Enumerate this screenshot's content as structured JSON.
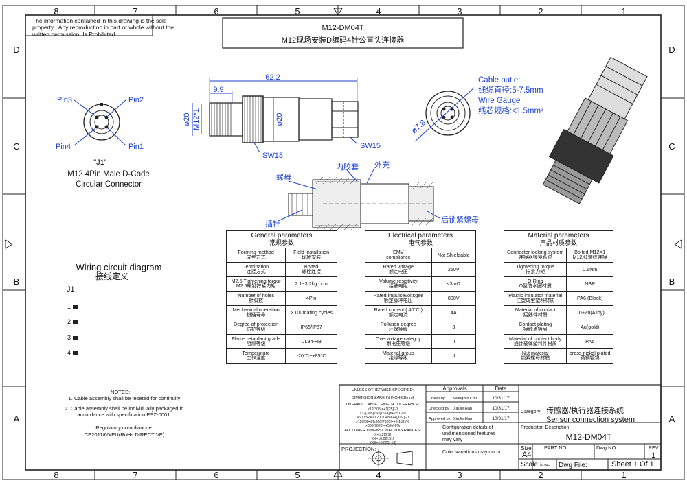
{
  "border": {
    "columns": [
      "8",
      "7",
      "6",
      "5",
      "4",
      "3",
      "2",
      "1"
    ],
    "rows": [
      "D",
      "C",
      "B",
      "A"
    ]
  },
  "notice": "The information contained in this drawing is the sole property . Any reproduction in part or whole without the written permission. Is Prohibited",
  "title_box": {
    "line1": "M12-DM04T",
    "line2": "M12现场安装D编码4针公直头连接器"
  },
  "front_view": {
    "pins": [
      "Pin3",
      "Pin2",
      "Pin4",
      "Pin1"
    ],
    "label_j1": "\"J1\"",
    "desc_line1": "M12 4Pin Male D-Code",
    "desc_line2": "Circular Connector"
  },
  "side_view": {
    "dim_total": "62.2",
    "dim_front": "9.9",
    "dim_d20_left": "ø20",
    "dim_m12": "M12*1",
    "dim_d20_mid": "ø20",
    "sw_front": "SW18",
    "sw_rear": "SW15"
  },
  "rear_view": {
    "dim_diam": "ø7.8",
    "cable_outlet_en": "Cable outlet",
    "cable_outlet_cn": "线缆直径:5-7.5mm",
    "wire_gauge_en": "Wire Gauge",
    "wire_gauge_cn": "线芯规格:<1.5mm²"
  },
  "section_view": {
    "label_nut": "螺母",
    "label_inner": "内胶套",
    "label_shell": "外壳",
    "label_pin": "插针",
    "label_rear_nut": "后锁紧螺母"
  },
  "wiring": {
    "title_en": "Wiring circuit diagram",
    "title_cn": "接线定义",
    "connector": "J1",
    "pins": [
      "1",
      "2",
      "3",
      "4"
    ]
  },
  "general_params": {
    "title_en": "General parameters",
    "title_cn": "常规参数",
    "rows": [
      {
        "k_en": "Forming method",
        "k_cn": "成型方式",
        "v_en": "Field Installation",
        "v_cn": "现场安装"
      },
      {
        "k_en": "Termination",
        "k_cn": "连接方式",
        "v_en": "Bolted",
        "v_cn": "螺栓连接"
      },
      {
        "k_en": "M2.5 Tightening  torqur",
        "k_cn": "M2.5螺钉拧紧力矩",
        "v_en": "2.1~3.2kg.f.cm",
        "v_cn": ""
      },
      {
        "k_en": "Number of holes",
        "k_cn": "针脚数",
        "v_en": "4Pin",
        "v_cn": ""
      },
      {
        "k_en": "Mechanical operation",
        "k_cn": "拔插寿命",
        "v_en": "> 100mating cycles",
        "v_cn": ""
      },
      {
        "k_en": "Degree of protection",
        "k_cn": "防护等级",
        "v_en": "IP65/IP67",
        "v_cn": ""
      },
      {
        "k_en": "Flame retardant grade",
        "k_cn": "阻燃等级",
        "v_en": "UL94-HB",
        "v_cn": ""
      },
      {
        "k_en": "Temperature",
        "k_cn": "工作温度",
        "v_en": "-20°C~+85°C",
        "v_cn": ""
      }
    ]
  },
  "electrical_params": {
    "title_en": "Electrical parameters",
    "title_cn": "电气参数",
    "rows": [
      {
        "k_en": "EMV",
        "k_cn": "compliance",
        "v_en": "Not Shieldable"
      },
      {
        "k_en": "Rated voltage",
        "k_cn": "额定电压",
        "v_en": "250V"
      },
      {
        "k_en": "Volume resistivity",
        "k_cn": "接触电阻",
        "v_en": "≤3mΩ"
      },
      {
        "k_en": "Rated impulsevoltsgee",
        "k_cn": "额定脉冲电压",
        "v_en": "800V"
      },
      {
        "k_en": "Rated current ( 40°C )",
        "k_cn": "额定电流",
        "v_en": "4A"
      },
      {
        "k_en": "Pollution degree",
        "k_cn": "环保等级",
        "v_en": "3"
      },
      {
        "k_en": "Overvoltage categoy",
        "k_cn": "耐电压等级",
        "v_en": "II"
      },
      {
        "k_en": "Material group",
        "k_cn": "绝缘等级",
        "v_en": "II"
      }
    ]
  },
  "material_params": {
    "title_en": "Material parameters",
    "title_cn": "产品材质参数",
    "rows": [
      {
        "k_en": "Connector locking system",
        "k_cn": "连接器锁紧系统",
        "v_en": "Bolted M12X1",
        "v_cn": "M12X1螺纹连接"
      },
      {
        "k_en": "Tightening torque",
        "k_cn": "拧紧力矩",
        "v_en": "0.6Nm",
        "v_cn": ""
      },
      {
        "k_en": "O-Ring",
        "k_cn": "O型防水圈材质",
        "v_en": "NBR",
        "v_cn": ""
      },
      {
        "k_en": "Plastic insulator material",
        "k_cn": "注塑成型塑料材质",
        "v_en": "PA6  (Black)",
        "v_cn": ""
      },
      {
        "k_en": "Material of contact",
        "k_cn": "接触件材质",
        "v_en": "Cu+Zn(Alloy)",
        "v_cn": ""
      },
      {
        "k_en": "Contact plating",
        "k_cn": "接触点镀层",
        "v_en": "Au(gold)",
        "v_cn": ""
      },
      {
        "k_en": "Material of contact body",
        "k_cn": "插针载体塑料件材质",
        "v_en": "PA6",
        "v_cn": ""
      },
      {
        "k_en": "Nut material",
        "k_cn": "锁紧螺母材质",
        "v_en": "brass nickel plated",
        "v_cn": "黄铜镀镍"
      }
    ]
  },
  "notes": {
    "title": "NOTES:",
    "n1": "1. Cable assembly shall be teseted for continuity",
    "n2a": "2. Cable assembly shall be individually packaged in",
    "n2b": "accordance with  specification PSZ-0001.",
    "reg_title": "Regulatory compliancne:",
    "reg": "CE2011/65/EU(RoHs DIRECTIVE)"
  },
  "title_block": {
    "unless": "UNLESS OTHERWISE SPECIFIED:",
    "dims_in": "DIMENSIONS ARE IN INCHES[mm]",
    "cable_tol_title": "OVERALL CABLE LENGTH TOLERANCE:",
    "cable_tol": [
      "<12[305]=+1[25]/-0",
      ">12[305]≤60[1524]=+2[51]/-0",
      ">60[1524]≤120[3048]=+4[102]/-0",
      ">120[3048]≤300[7620]=+6[152]/-0",
      ">300[7620]=+5%/-0%"
    ],
    "dim_tol_title": "ALL OTHER DIMENSIONAL TOLERANCES:",
    "dim_tol": [
      "X=±.2[0.5]",
      "XX=±0.02[.51]",
      "XXX=±0.005[.13]"
    ],
    "projection": "PROJECTION:",
    "approvals": "Approvals",
    "date": "Date",
    "drawn_by": "Drawn by",
    "drawn_name": "WangBin.Chu",
    "checked_by": "Checked by",
    "checked_name": "XinJie.Han",
    "approved_by": "Approved by",
    "approved_name": "XinJie.Han",
    "date_value": "10/31/17",
    "config": [
      "Configuration details of",
      "undimensioned features",
      "may vary"
    ],
    "color_note": "Color variations may occur",
    "category_label": "Category",
    "category_cn": "传感器/执行器连接系统",
    "category_en": "Sensor connection system",
    "product_desc": "Produciton Description",
    "product": "M12-DM04T",
    "size_label": "Size",
    "size": "A4",
    "part_no": "PART NO.",
    "dwg_no": "Dwg NO.",
    "rev_label": "REV.",
    "rev": "1",
    "scale_label": "Scale :",
    "scale": "NONE",
    "dwg_file": "Dwg File:",
    "sheet": "Sheet 1 Of 1"
  }
}
